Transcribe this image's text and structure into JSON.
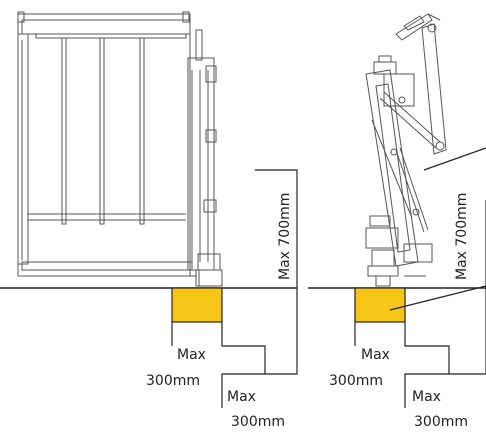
{
  "labels": {
    "max": "Max",
    "depth": "300mm",
    "height": "Max 700mm"
  },
  "colors": {
    "pit": "#f5c518",
    "line": "#222222",
    "frame": "#555555"
  }
}
